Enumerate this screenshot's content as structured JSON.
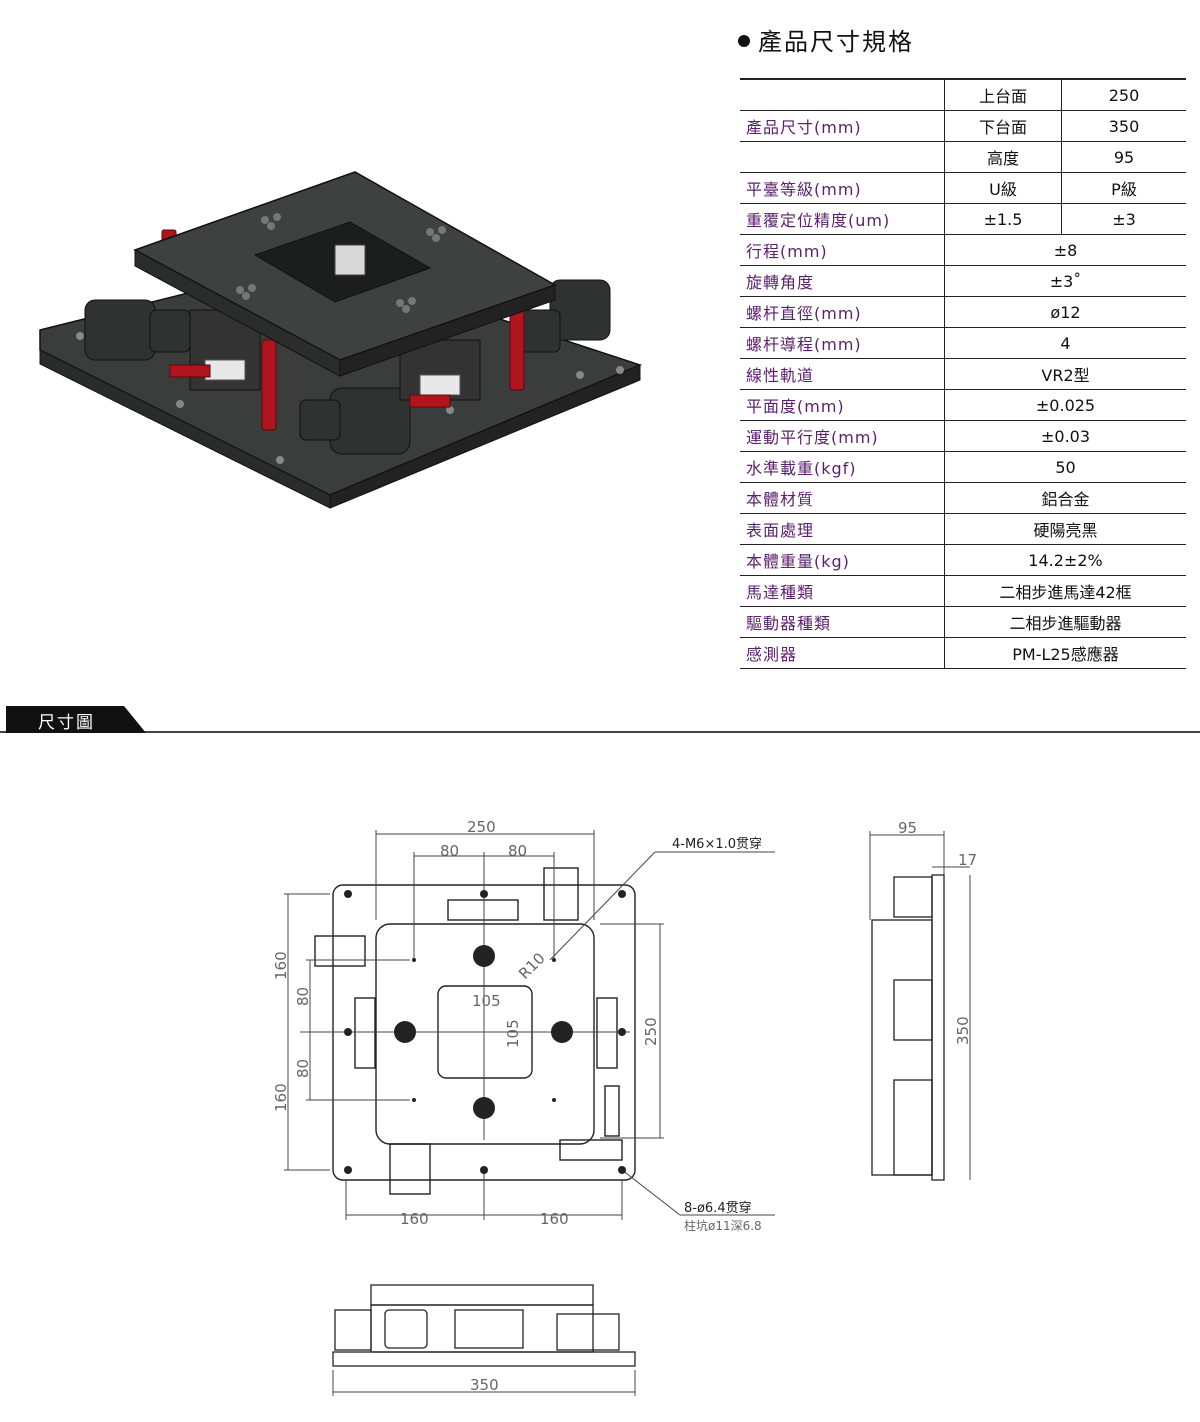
{
  "spec": {
    "title": "產品尺寸規格",
    "rows": [
      {
        "label": "",
        "sub": "上台面",
        "value": "250"
      },
      {
        "label": "產品尺寸(mm)",
        "sub": "下台面",
        "value": "350"
      },
      {
        "label": "",
        "sub": "高度",
        "value": "95"
      },
      {
        "label": "平臺等級(mm)",
        "sub": "U級",
        "value": "P級"
      },
      {
        "label": "重覆定位精度(um)",
        "sub": "±1.5",
        "value": "±3"
      },
      {
        "label": "行程(mm)",
        "value": "±8"
      },
      {
        "label": "旋轉角度",
        "value": "±3˚"
      },
      {
        "label": "螺杆直徑(mm)",
        "value": "ø12"
      },
      {
        "label": "螺杆導程(mm)",
        "value": "4"
      },
      {
        "label": "線性軌道",
        "value": "VR2型"
      },
      {
        "label": "平面度(mm)",
        "value": "±0.025"
      },
      {
        "label": "運動平行度(mm)",
        "value": "±0.03"
      },
      {
        "label": "水準載重(kgf)",
        "value": "50"
      },
      {
        "label": "本體材質",
        "value": "鋁合金"
      },
      {
        "label": "表面處理",
        "value": "硬陽亮黑"
      },
      {
        "label": "本體重量(kg)",
        "value": "14.2±2%"
      },
      {
        "label": "馬達種類",
        "value": "二相步進馬達42框"
      },
      {
        "label": "驅動器種類",
        "value": "二相步進驅動器"
      },
      {
        "label": "感測器",
        "value": "PM-L25感應器"
      }
    ]
  },
  "section": {
    "title": "尺寸圖"
  },
  "drawing": {
    "dim_250_top": "250",
    "dim_80_a": "80",
    "dim_80_b": "80",
    "callout_m6": "4-M6×1.0贯穿",
    "radius": "R10",
    "dim_105_h": "105",
    "dim_105_v": "105",
    "dim_160_left_top": "160",
    "dim_80_left_top": "80",
    "dim_80_left_bottom": "80",
    "dim_160_left_bottom": "160",
    "dim_250_right": "250",
    "dim_160_bottom_left": "160",
    "dim_160_bottom_right": "160",
    "callout_hole": "8-ø6.4贯穿",
    "callout_counterbore": "柱坑ø11深6.8",
    "side_dim_95": "95",
    "side_dim_17": "17",
    "side_dim_350": "350",
    "front_dim_350": "350"
  },
  "colors": {
    "accent": "#5b1f6e",
    "body": "#3b3e3d",
    "bracket": "#b0141c"
  }
}
